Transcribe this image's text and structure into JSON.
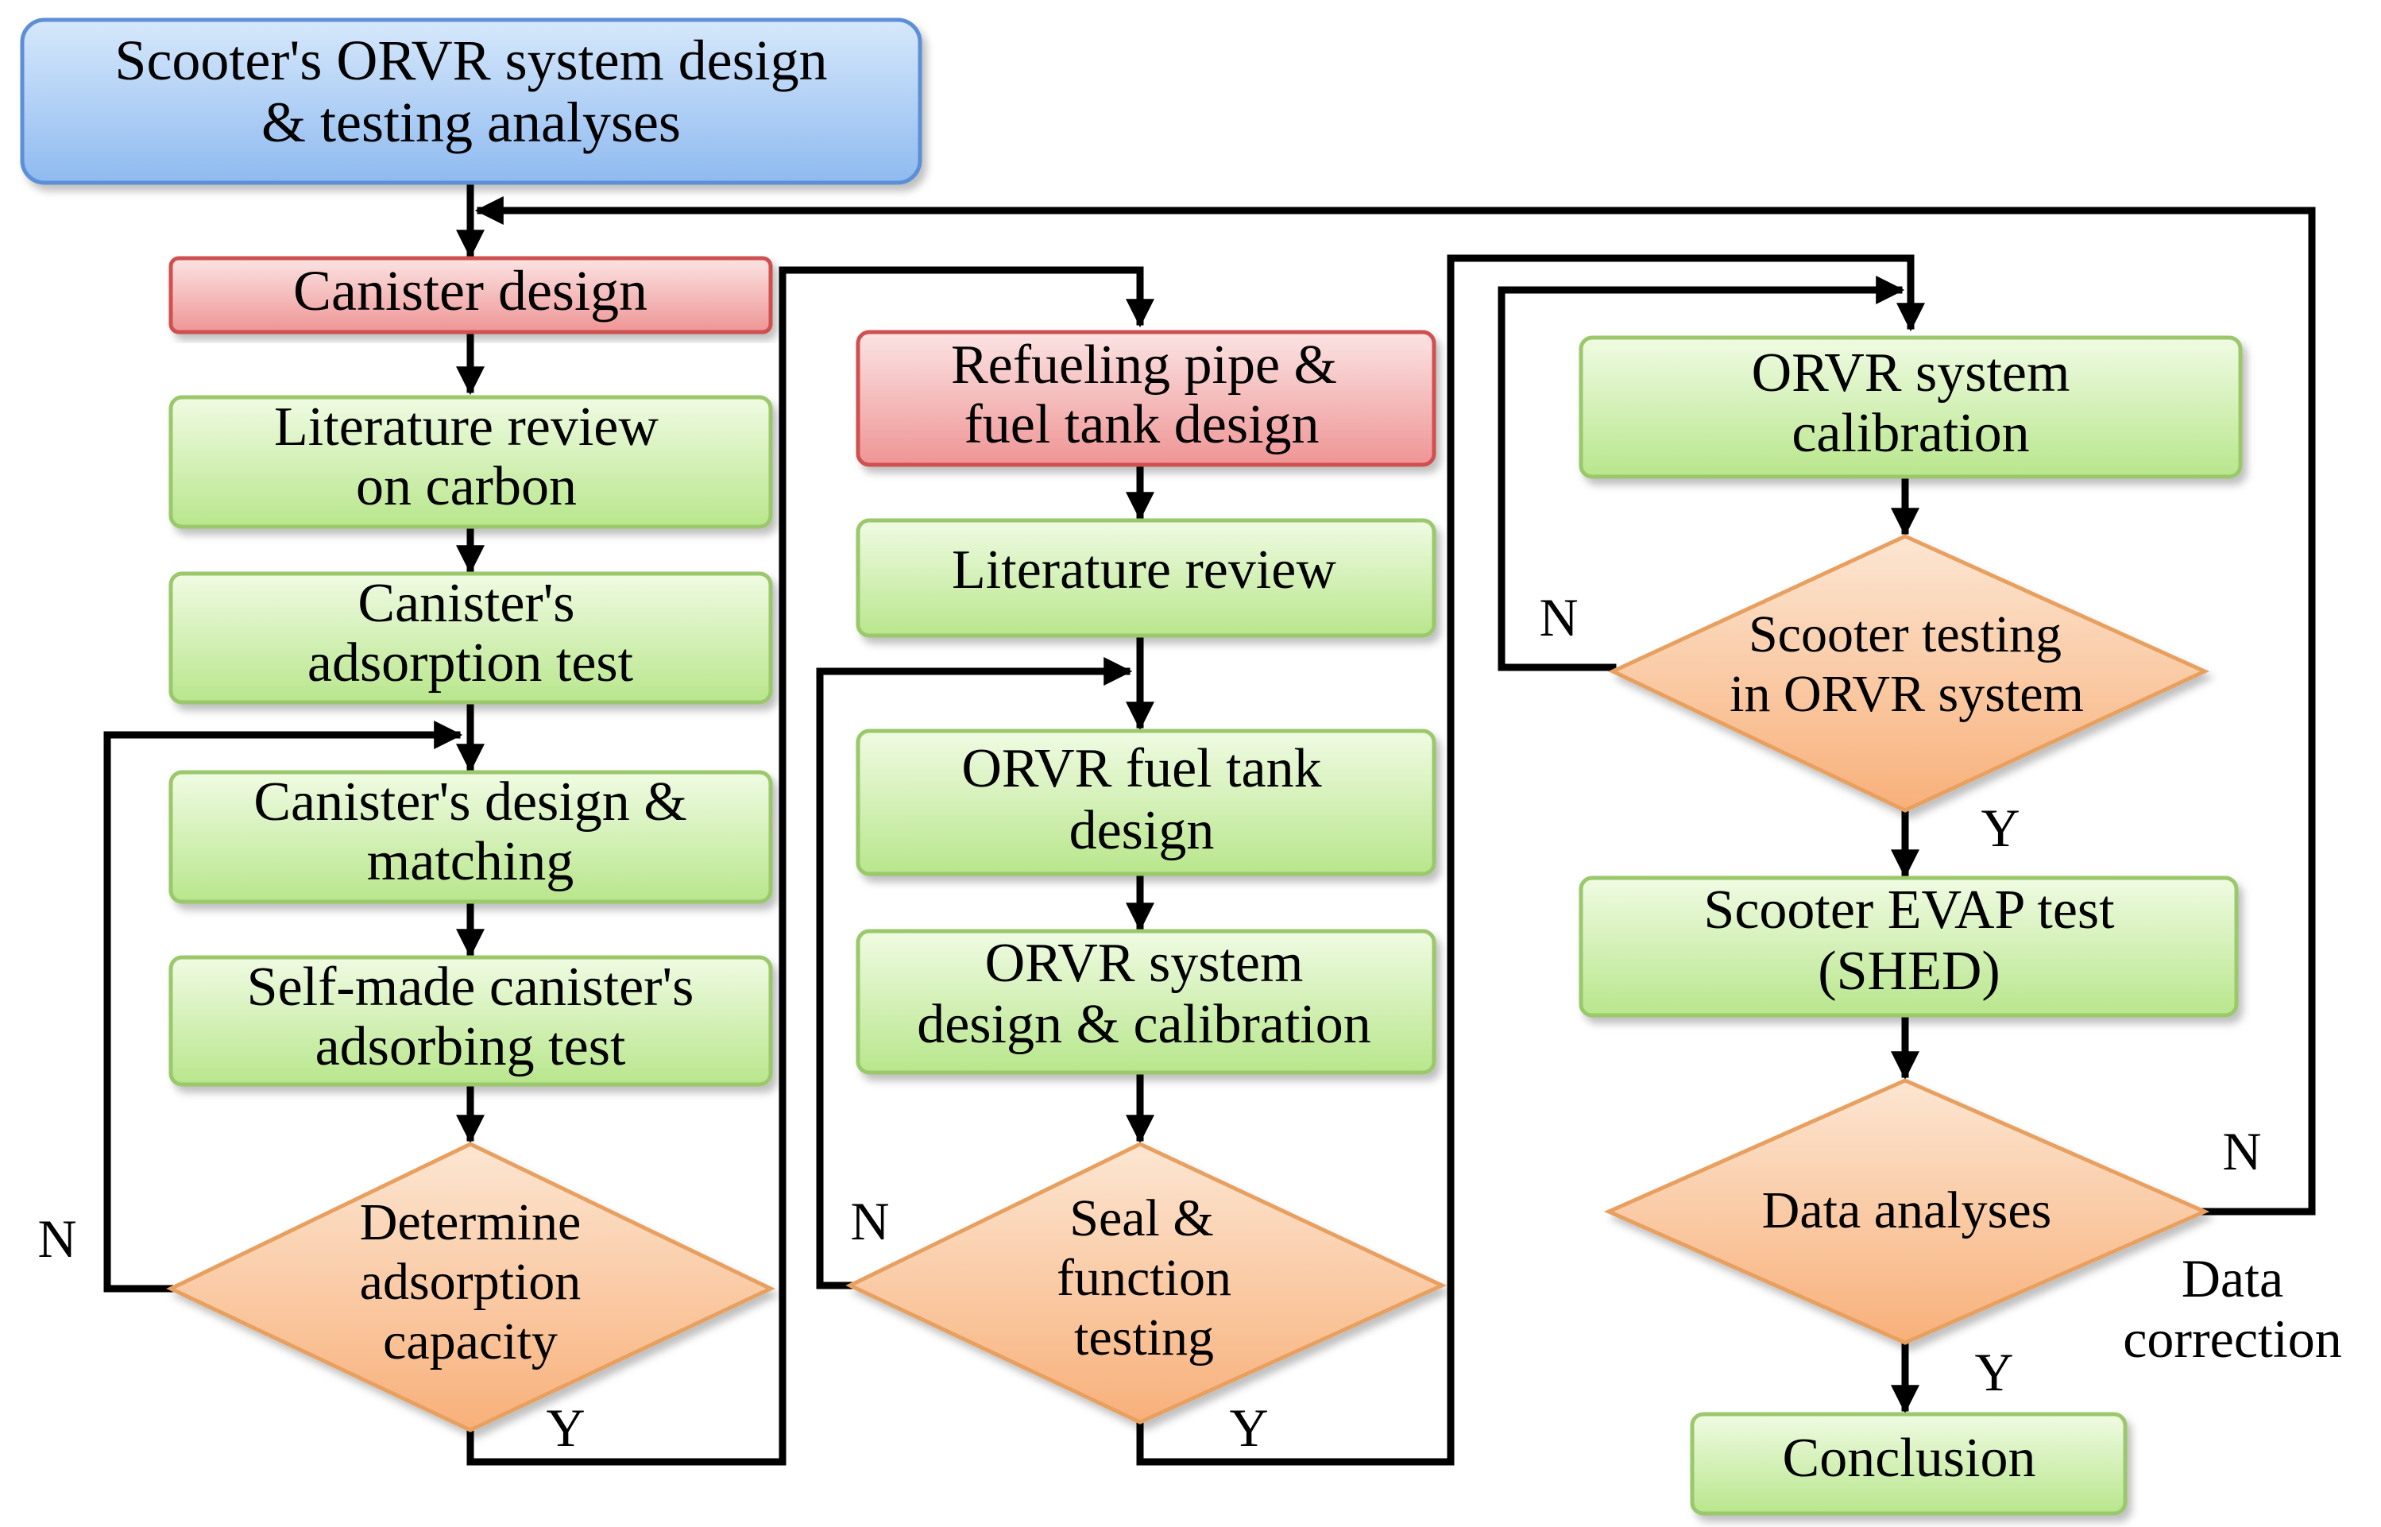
{
  "title": {
    "lines": [
      "Scooter's ORVR  system design",
      "& testing analyses"
    ]
  },
  "col1": {
    "canister_design": "Canister  design",
    "lit_review_carbon": [
      "Literature  review",
      "on carbon"
    ],
    "adsorption_test": [
      "Canister's",
      "adsorption test"
    ],
    "design_matching": [
      "Canister's  design &",
      "matching"
    ],
    "selfmade_test": [
      "Self-made  canister's",
      "adsorbing test"
    ],
    "decision": [
      "Determine",
      "adsorption",
      "capacity"
    ],
    "no_label": "N",
    "yes_label": "Y"
  },
  "col2": {
    "refueling_design": [
      "Refueling  pipe &",
      "fuel tank design"
    ],
    "lit_review": "Literature  review",
    "fuel_tank_design": [
      "ORVR  fuel tank",
      "design"
    ],
    "system_design": [
      "ORVR  system",
      "design & calibration"
    ],
    "decision": [
      "Seal  &",
      "function",
      "testing"
    ],
    "no_label": "N",
    "yes_label": "Y"
  },
  "col3": {
    "system_calibration": [
      "ORVR  system",
      "calibration"
    ],
    "decision_testing": [
      "Scooter  testing",
      "in ORVR system"
    ],
    "evap_test": [
      "Scooter EVAP  test",
      "(SHED)"
    ],
    "decision_data": "Data analyses",
    "conclusion": "Conclusion",
    "no_label_testing": "N",
    "yes_label_testing": "Y",
    "no_label_data": "N",
    "yes_label_data": "Y",
    "data_correction": [
      "Data",
      "correction"
    ]
  },
  "colors": {
    "blue_top": "#d6e8fb",
    "blue_bottom": "#8fbaf0",
    "blue_stroke": "#5b8fd6",
    "red_top": "#fbe3e3",
    "red_bottom": "#ef9595",
    "red_stroke": "#d05050",
    "green_top": "#f0fbe3",
    "green_bottom": "#b8e68c",
    "green_stroke": "#9ac86a",
    "orange_top": "#fce6d2",
    "orange_bottom": "#f8b07a",
    "orange_stroke": "#e8a060"
  }
}
